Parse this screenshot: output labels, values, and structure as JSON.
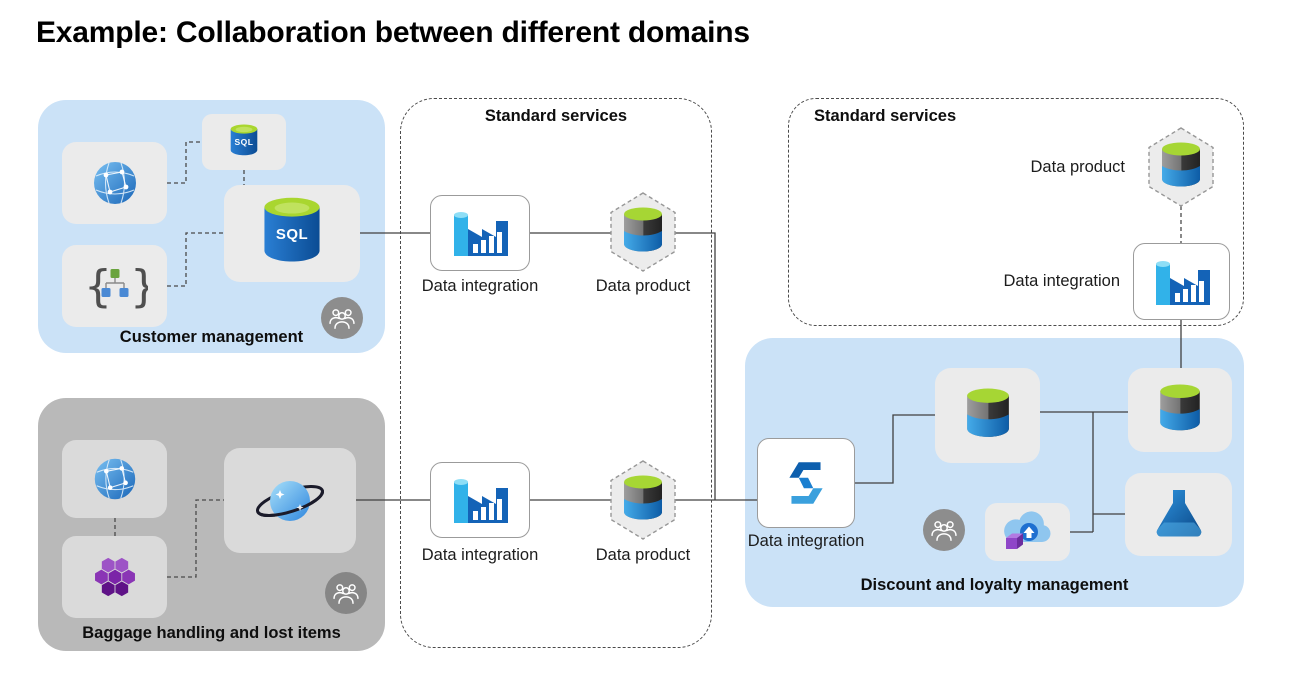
{
  "title": "Example: Collaboration between different domains",
  "customer_domain": {
    "label": "Customer management"
  },
  "baggage_domain": {
    "label": "Baggage handling and lost items"
  },
  "discount_domain": {
    "label": "Discount and loyalty management",
    "integration_label": "Data integration"
  },
  "standard_services_left": {
    "title": "Standard services",
    "top_integration_label": "Data integration",
    "top_product_label": "Data product",
    "bottom_integration_label": "Data integration",
    "bottom_product_label": "Data product"
  },
  "standard_services_right": {
    "title": "Standard services",
    "product_label": "Data product",
    "integration_label": "Data integration"
  },
  "sql_icon": {
    "large_text": "SQL",
    "small_text": "SQL"
  },
  "icons": {
    "names": [
      "globe-network-icon",
      "api-icon",
      "sql-database-icon",
      "sql-database-small-icon",
      "people-icon",
      "cosmos-db-icon",
      "hdinsight-cluster-icon",
      "data-factory-icon",
      "data-product-database-icon",
      "synapse-icon",
      "database-icon",
      "cloud-upload-icon",
      "data-lake-icon"
    ]
  },
  "colors": {
    "domain_blue": "#cbe2f7",
    "domain_gray": "#b9b9b9",
    "tile_gray": "#ebebeb",
    "factory_blue": "#1463b7",
    "chimney_cyan": "#31b2e9",
    "lime_top": "#a6d634",
    "sql_blue": "#1a6cc0",
    "purple_hex": "#7b24a8",
    "line": "#404040"
  }
}
